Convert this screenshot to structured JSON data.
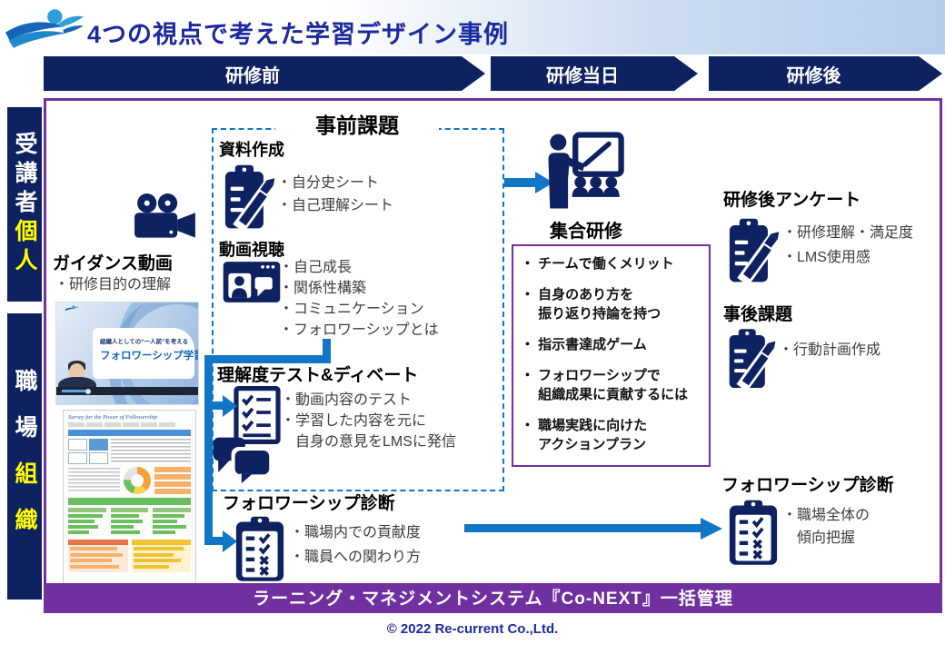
{
  "title": "4つの視点で考えた学習デザイン事例",
  "phases": [
    "研修前",
    "研修当日",
    "研修後"
  ],
  "sidebar": [
    {
      "white": "受講者",
      "yellow": "個人"
    },
    {
      "white": "職場",
      "yellow": "組織"
    }
  ],
  "guidance": {
    "heading": "ガイダンス動画",
    "bullet": "・研修目的の理解",
    "video": {
      "line1": "組織人としての“一人前”を考える",
      "line2": "フォロワーシップ学習"
    },
    "survey_title": "Survey for the Power of Followership"
  },
  "pretask": {
    "title": "事前課題",
    "s1": {
      "heading": "資料作成",
      "bullets": [
        "・自分史シート",
        "・自己理解シート"
      ]
    },
    "s2": {
      "heading": "動画視聴",
      "bullets": [
        "・自己成長",
        "・関係性構築",
        "・コミュニケーション",
        "・フォロワーシップとは"
      ]
    },
    "s3": {
      "heading": "理解度テスト&ディベート",
      "bullets": [
        "・動画内容のテスト",
        "・学習した内容を元に",
        "　自身の意見をLMSに発信"
      ]
    }
  },
  "training": {
    "heading": "集合研修",
    "items": [
      [
        "・ チームで働くメリット",
        ""
      ],
      [
        "・ 自身のあり方を",
        "　 振り返り持論を持つ"
      ],
      [
        "・ 指示書達成ゲーム",
        ""
      ],
      [
        "・ フォロワーシップで",
        "　 組織成果に貢献するには"
      ],
      [
        "・ 職場実践に向けた",
        "　 アクションプラン"
      ]
    ]
  },
  "post": {
    "survey": {
      "heading": "研修後アンケート",
      "bullets": [
        "・研修理解・満足度",
        "・LMS使用感"
      ]
    },
    "task": {
      "heading": "事後課題",
      "bullets": [
        "・行動計画作成"
      ]
    },
    "diagnosis": {
      "heading": "フォロワーシップ診断",
      "bullets": [
        "・職場全体の",
        "　傾向把握"
      ]
    }
  },
  "diagnosis_mid": {
    "heading": "フォロワーシップ診断",
    "bullets": [
      "・職場内での貢献度",
      "・職員への関わり方"
    ]
  },
  "lms_bar": "ラーニング・マネジメントシステム『Co-NEXT』一括管理",
  "footer": "© 2022 Re-current Co.,Ltd.",
  "colors": {
    "navy": "#0e2161",
    "blue": "#1076c5",
    "purple": "#7030a0",
    "yellow": "#ffff00",
    "title_blue": "#1b2a9e"
  }
}
